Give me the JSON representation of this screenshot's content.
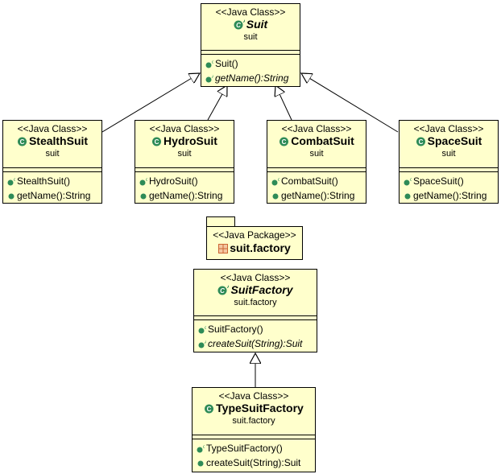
{
  "classes": {
    "suit": {
      "stereotype": "<<Java Class>>",
      "name": "Suit",
      "package": "suit",
      "ops": [
        "Suit()",
        "getName():String"
      ]
    },
    "stealth": {
      "stereotype": "<<Java Class>>",
      "name": "StealthSuit",
      "package": "suit",
      "ops": [
        "StealthSuit()",
        "getName():String"
      ]
    },
    "hydro": {
      "stereotype": "<<Java Class>>",
      "name": "HydroSuit",
      "package": "suit",
      "ops": [
        "HydroSuit()",
        "getName():String"
      ]
    },
    "combat": {
      "stereotype": "<<Java Class>>",
      "name": "CombatSuit",
      "package": "suit",
      "ops": [
        "CombatSuit()",
        "getName():String"
      ]
    },
    "space": {
      "stereotype": "<<Java Class>>",
      "name": "SpaceSuit",
      "package": "suit",
      "ops": [
        "SpaceSuit()",
        "getName():String"
      ]
    },
    "factory": {
      "stereotype": "<<Java Class>>",
      "name": "SuitFactory",
      "package": "suit.factory",
      "ops": [
        "SuitFactory()",
        "createSuit(String):Suit"
      ]
    },
    "typefactory": {
      "stereotype": "<<Java Class>>",
      "name": "TypeSuitFactory",
      "package": "suit.factory",
      "ops": [
        "TypeSuitFactory()",
        "createSuit(String):Suit"
      ]
    }
  },
  "package": {
    "stereotype": "<<Java Package>>",
    "name": "suit.factory"
  },
  "colors": {
    "fill": "#ffffcc",
    "icon_green": "#2e8b57",
    "package_icon": "#cc6633"
  }
}
